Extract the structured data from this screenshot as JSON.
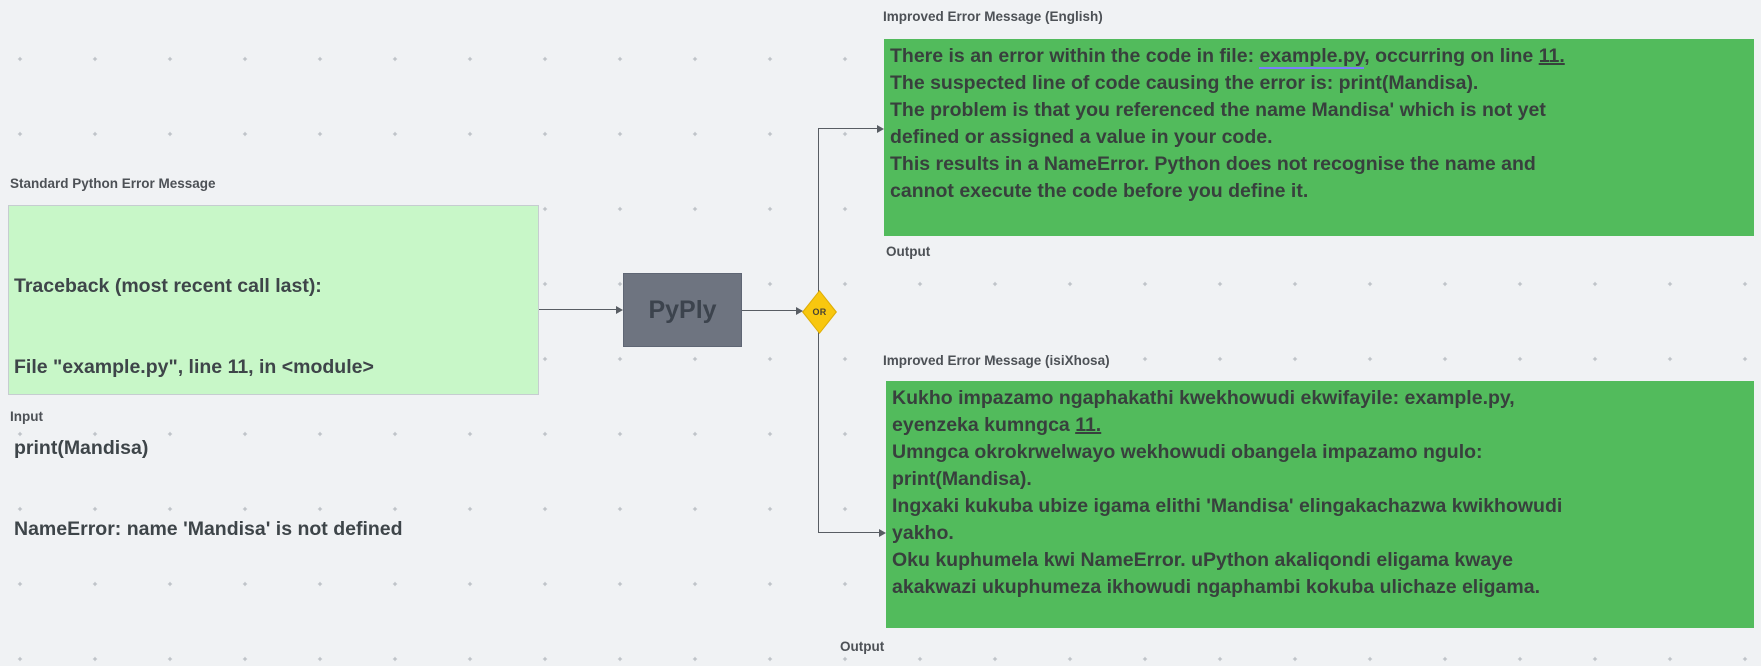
{
  "canvas": {
    "background": "#f0f2f4",
    "grid_dot_color": "#b0b5bb"
  },
  "colors": {
    "input_node_fill": "#c8f7c8",
    "output_node_fill": "#52bb5c",
    "process_node_fill": "#6e7480",
    "or_gate_fill": "#f8c70f",
    "connector": "#585d63",
    "file_link_underline": "#7b7ef9"
  },
  "labels": {
    "standard_error": "Standard Python Error Message",
    "input": "Input",
    "improved_english": "Improved Error Message (English)",
    "output_english": "Output",
    "improved_xhosa": "Improved Error Message (isiXhosa)",
    "output_xhosa": "Output"
  },
  "nodes": {
    "python_error": {
      "lines": {
        "l1": "Traceback (most recent call last):",
        "l2": "  File \"example.py\", line 11, in <module>",
        "l3": "    print(Mandisa)",
        "l4": "NameError: name 'Mandisa' is not defined"
      }
    },
    "pyply": {
      "label": "PyPly"
    },
    "or_gate": {
      "label": "OR"
    },
    "english_output": {
      "line1": {
        "pre": "There is an error within the code in file: ",
        "file": "example.py",
        "mid": ", occurring on line ",
        "num": "11."
      },
      "line2": "The suspected line of code causing the error is: print(Mandisa).",
      "line3": "The problem is that you referenced the name Mandisa' which is not yet",
      "line4": "defined or assigned a value in your code.",
      "line5": "This results in a NameError. Python does not recognise the name and",
      "line6": "cannot execute the code before you define it."
    },
    "xhosa_output": {
      "line1": "Kukho impazamo ngaphakathi kwekhowudi ekwifayile: example.py,",
      "line2": {
        "pre": "eyenzeka kumngca ",
        "num": "11."
      },
      "line3": "Umngca okrokrwelwayo wekhowudi obangela impazamo ngulo:",
      "line4": "print(Mandisa).",
      "line5": "Ingxaki kukuba ubize igama elithi 'Mandisa' elingakachazwa kwikhowudi",
      "line6": "yakho.",
      "line7": "Oku kuphumela kwi NameError. uPython akaliqondi eligama kwaye",
      "line8": "akakwazi ukuphumeza ikhowudi ngaphambi kokuba ulichaze eligama."
    }
  }
}
